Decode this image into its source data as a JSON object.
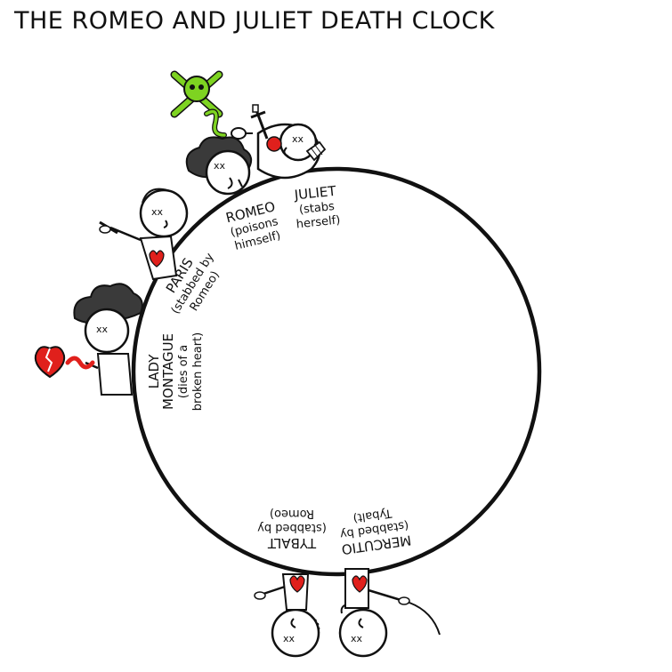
{
  "title": "THE ROMEO AND JULIET DEATH CLOCK",
  "colors": {
    "ink": "#111111",
    "blood": "#e0201c",
    "poison": "#7ed321",
    "hair": "#3a3a3a"
  },
  "deaths": {
    "romeo": {
      "name": "ROMEO",
      "cause_1": "(poisons",
      "cause_2": "himself)"
    },
    "juliet": {
      "name": "JULIET",
      "cause_1": "(stabs",
      "cause_2": "herself)"
    },
    "paris": {
      "name": "PARIS",
      "cause_1": "(stabbed by",
      "cause_2": "Romeo)"
    },
    "lady_montague": {
      "name_1": "LADY",
      "name_2": "MONTAGUE",
      "cause_1": "(dies of a",
      "cause_2": "broken heart)"
    },
    "tybalt": {
      "name": "TYBALT",
      "cause_1": "(stabbed by",
      "cause_2": "Romeo)"
    },
    "mercutio": {
      "name": "MERCUTIO",
      "cause_1": "(stabbed by",
      "cause_2": "Tybalt)"
    }
  },
  "icons": [
    "skull-crossbones-icon",
    "broken-heart-icon",
    "sword-icon",
    "dagger-icon",
    "poison-vial-icon"
  ]
}
